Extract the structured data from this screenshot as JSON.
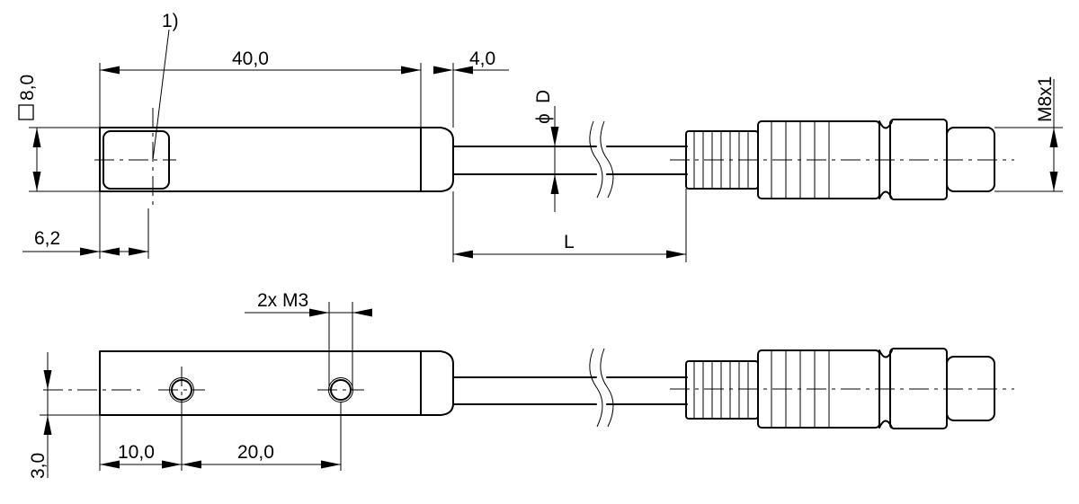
{
  "labels": {
    "note_ref": "1)",
    "length_body": "40,0",
    "length_tip": "4,0",
    "cable_dia_symbol": "ϕ",
    "cable_dia": "D",
    "thread": "M8x1",
    "square_size": "8,0",
    "sensor_offset": "6,2",
    "cable_length": "L",
    "mount_holes": "2x M3",
    "hole_dist_1": "10,0",
    "hole_dist_2": "20,0",
    "hole_height": "3,0"
  }
}
